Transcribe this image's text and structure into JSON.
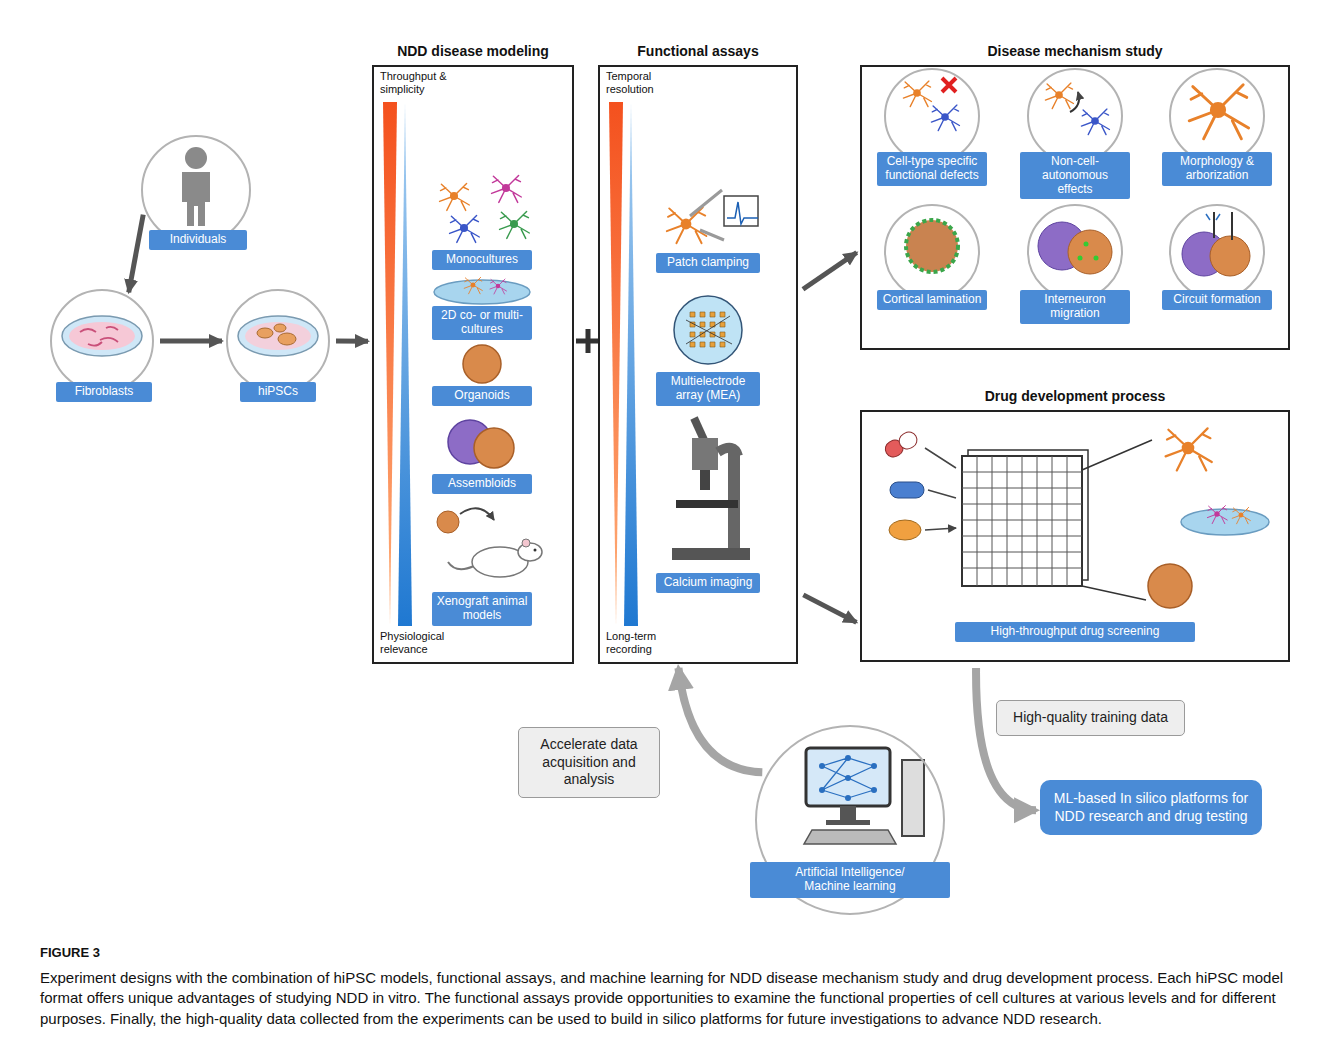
{
  "diagram": {
    "caption": "Experiment designs with the combination of hiPSC models, functional assays, and machine learning for NDD disease mechanism study and drug development process. Each hiPSC model format offers unique advantages of studying NDD in vitro. The functional assays provide opportunities to examine the functional properties of cell cultures at various levels and for different purposes. Finally, the high-quality data collected from the experiments can be used to build in silico platforms for future investigations to advance NDD research.",
    "nodes": [
      {
        "text": [
          "Individuals"
        ]
      },
      {
        "text": [
          "Fibroblasts"
        ]
      },
      {
        "text": [
          "hiPSCs"
        ]
      },
      {
        "text": [
          "NDD disease modeling"
        ]
      },
      {
        "text": [
          "Monocultures"
        ],
        "in": 3
      },
      {
        "text": [
          "2D co- or multi-cultures"
        ],
        "in": 3
      },
      {
        "text": [
          "Organoids"
        ],
        "in": 3
      },
      {
        "text": [
          "Assembloids"
        ],
        "in": 3
      },
      {
        "text": [
          "Xenograft animal models"
        ],
        "in": 3
      },
      {
        "text": [
          "Functional assays"
        ]
      },
      {
        "text": [
          "Patch clamping"
        ],
        "in": 9
      },
      {
        "text": [
          "Multielectrode array (MEA)"
        ],
        "in": 9
      },
      {
        "text": [
          "Calcium imaging"
        ],
        "in": 9
      },
      {
        "text": [
          "Disease mechanism study"
        ]
      },
      {
        "text": [
          "Cell-type specific functional defects"
        ],
        "in": 13
      },
      {
        "text": [
          "Non-cell-autonomous effects"
        ],
        "in": 13
      },
      {
        "text": [
          "Morphology & arborization"
        ],
        "in": 13
      },
      {
        "text": [
          "Cortical lamination"
        ],
        "in": 13
      },
      {
        "text": [
          "Interneuron migration"
        ],
        "in": 13
      },
      {
        "text": [
          "Circuit formation"
        ],
        "in": 13
      },
      {
        "text": [
          "Drug development process"
        ]
      },
      {
        "text": [
          "High-throughput drug screening"
        ],
        "in": 20
      },
      {
        "text": [
          "Artificial Intelligence/ Machine learning"
        ]
      },
      {
        "text": [
          "Accelerate data acquisition and analysis"
        ]
      },
      {
        "text": [
          "High-quality training data"
        ]
      },
      {
        "text": [
          "ML-based In silico platforms for NDD research and drug testing"
        ]
      }
    ],
    "edges": [
      {
        "from": 0,
        "to": 1,
        "arrow": "to"
      },
      {
        "from": 1,
        "to": 2,
        "arrow": "to"
      },
      {
        "from": 2,
        "to": 3,
        "arrow": "to"
      },
      {
        "from": 9,
        "to": 13,
        "arrow": "to"
      },
      {
        "from": 9,
        "to": 20,
        "arrow": "to"
      },
      {
        "from": 22,
        "to": 9,
        "arrow": "to"
      },
      {
        "from": 20,
        "to": 25,
        "arrow": "to"
      }
    ],
    "labels": [
      "Throughput & simplicity",
      "Physiological relevance",
      "Temporal resolution",
      "Long-term recording",
      "FIGURE 3"
    ]
  }
}
